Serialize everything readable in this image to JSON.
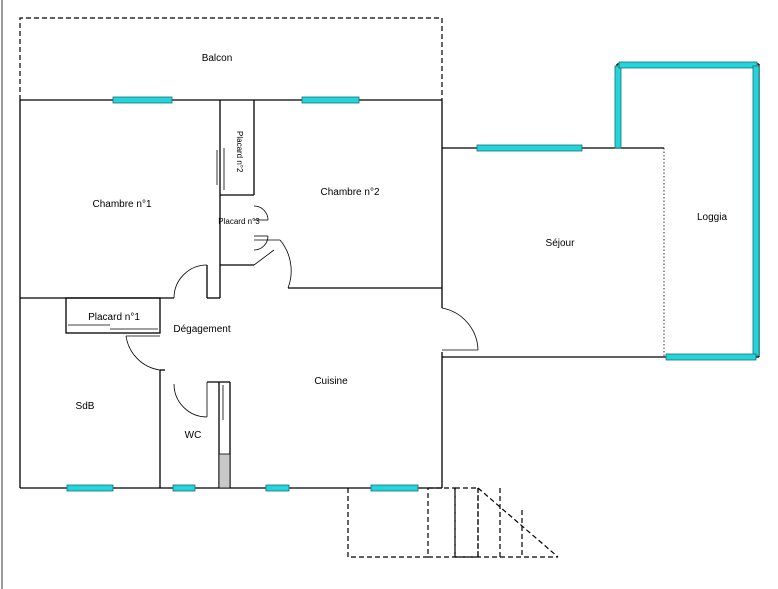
{
  "rooms": {
    "balcon": "Balcon",
    "chambre1": "Chambre n°1",
    "chambre2": "Chambre n°2",
    "placard2": "Placard n°2",
    "placard3": "Placard n°3",
    "placard1": "Placard n°1",
    "degagement": "Dégagement",
    "sejour": "Séjour",
    "loggia": "Loggia",
    "cuisine": "Cuisine",
    "sdb": "SdB",
    "wc": "WC"
  },
  "colors": {
    "window": "#22d4dc",
    "wall": "#000000",
    "hatch": "#c8c8c8"
  }
}
